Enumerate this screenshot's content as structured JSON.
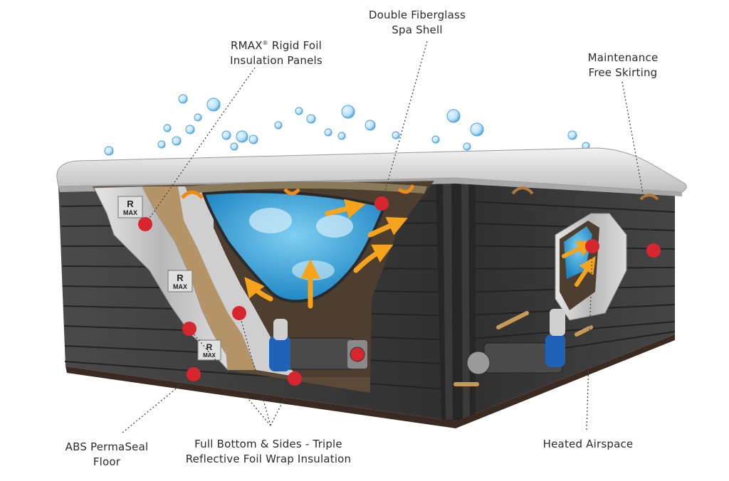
{
  "labels": {
    "rmax": {
      "line1": "RMAX",
      "reg": "®",
      "line1_rest": " Rigid Foil",
      "line2": "Insulation Panels"
    },
    "shell": {
      "line1": "Double Fiberglass",
      "line2": "Spa Shell"
    },
    "skirting": {
      "line1": "Maintenance",
      "line2": "Free Skirting"
    },
    "floor": {
      "line1": "ABS PermaSeal",
      "line2": "Floor"
    },
    "wrap": {
      "line1": "Full Bottom & Sides - Triple",
      "line2": "Reflective Foil Wrap Insulation"
    },
    "airspace": {
      "line1": "Heated Airspace"
    }
  },
  "panel_logos": [
    {
      "top": "R",
      "bottom": "MAX"
    },
    {
      "top": "R",
      "bottom": "MAX"
    },
    {
      "top": "R",
      "bottom": "MAX"
    }
  ],
  "colors": {
    "cabinet": "#3a3a3a",
    "cabinet_slat": "#2a2a2a",
    "cover": "#dcdcdc",
    "water": "#3aa7dc",
    "bubble": "#4aa3df",
    "marker": "#d7262e",
    "heat_arrow": "#f7a41d",
    "foil": "#c9c9c9",
    "leader": "#444444"
  }
}
